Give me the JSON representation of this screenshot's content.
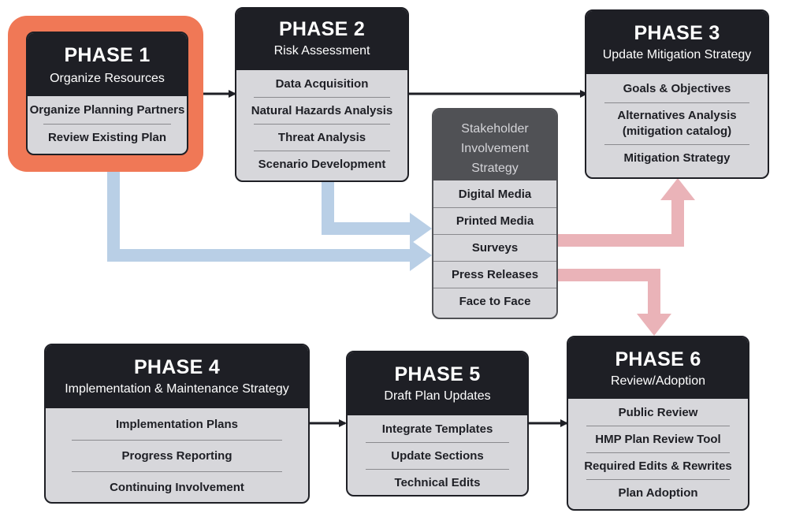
{
  "phase1": {
    "title": "PHASE 1",
    "subtitle": "Organize Resources",
    "items": [
      "Organize Planning Partners",
      "Review Existing Plan"
    ]
  },
  "phase2": {
    "title": "PHASE 2",
    "subtitle": "Risk Assessment",
    "items": [
      "Data Acquisition",
      "Natural Hazards Analysis",
      "Threat Analysis",
      "Scenario Development"
    ]
  },
  "phase3": {
    "title": "PHASE 3",
    "subtitle": "Update Mitigation Strategy",
    "items": [
      "Goals & Objectives",
      "Alternatives Analysis\n(mitigation catalog)",
      "Mitigation Strategy"
    ]
  },
  "phase4": {
    "title": "PHASE 4",
    "subtitle": "Implementation & Maintenance Strategy",
    "items": [
      "Implementation Plans",
      "Progress Reporting",
      "Continuing Involvement"
    ]
  },
  "phase5": {
    "title": "PHASE 5",
    "subtitle": "Draft Plan Updates",
    "items": [
      "Integrate Templates",
      "Update Sections",
      "Technical Edits"
    ]
  },
  "phase6": {
    "title": "PHASE 6",
    "subtitle": "Review/Adoption",
    "items": [
      "Public Review",
      "HMP Plan Review Tool",
      "Required Edits & Rewrites",
      "Plan Adoption"
    ]
  },
  "stakeholder": {
    "title_lines": [
      "Stakeholder",
      "Involvement",
      "Strategy"
    ],
    "items": [
      "Digital Media",
      "Printed Media",
      "Surveys",
      "Press Releases",
      "Face to Face"
    ]
  },
  "colors": {
    "dark": "#1e1f25",
    "item_bg": "#d7d7db",
    "highlight": "#f07856",
    "stakeholder_head": "#505155",
    "blue_arrow": "#b9cfe6",
    "pink_arrow": "#eab3b8"
  }
}
